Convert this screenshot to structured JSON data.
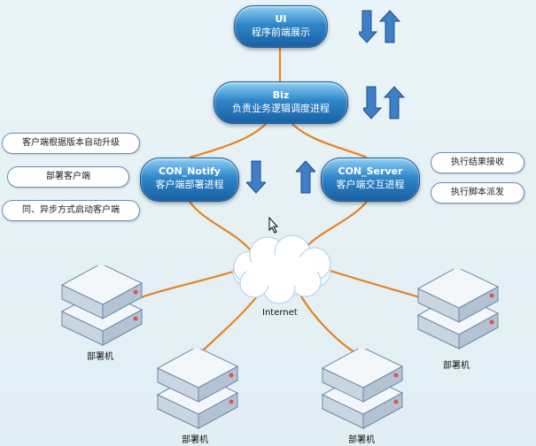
{
  "nodes": {
    "ui": {
      "title": "UI",
      "subtitle": "程序前端展示"
    },
    "biz": {
      "title": "Biz",
      "subtitle": "负责业务逻辑调度进程"
    },
    "notify": {
      "title": "CON_Notify",
      "subtitle": "客户端部署进程"
    },
    "server": {
      "title": "CON_Server",
      "subtitle": "客户端交互进程"
    }
  },
  "left_notes": [
    "客户端根据版本自动升级",
    "部署客户端",
    "同、异步方式启动客户端"
  ],
  "right_notes": [
    "执行结果接收",
    "执行脚本派发"
  ],
  "cloud_label": "Internet",
  "machines": [
    "部署机",
    "部署机",
    "部署机",
    "部署机"
  ],
  "colors": {
    "line": "#e8821e",
    "node_dark": "#1a5fa3",
    "arrow": "#3f7fc7"
  }
}
